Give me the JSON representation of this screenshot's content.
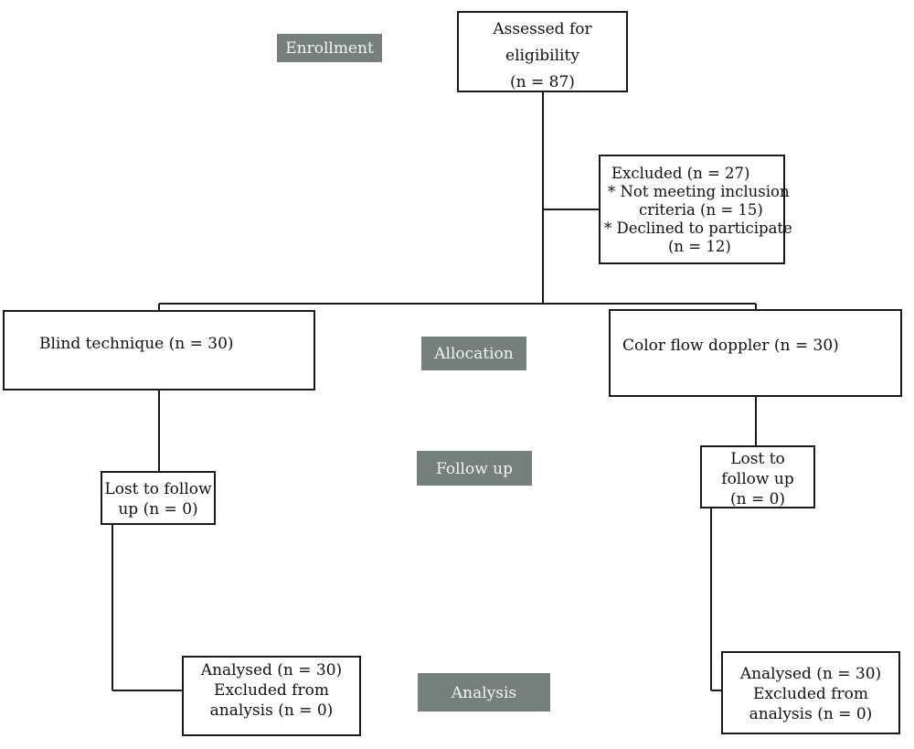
{
  "stages": {
    "enrollment": "Enrollment",
    "allocation": "Allocation",
    "follow_up": "Follow up",
    "analysis": "Analysis"
  },
  "assessed": {
    "line1": "Assessed for",
    "line2": "eligibility",
    "line3": "(n = 87)"
  },
  "excluded": {
    "line1": "Excluded (n = 27)",
    "line2": "* Not meeting inclusion",
    "line3": "criteria (n = 15)",
    "line4": "* Declined to participate",
    "line5": "(n = 12)"
  },
  "arm_blind": {
    "allocation": "Blind technique (n = 30)",
    "lost_line1": "Lost to follow",
    "lost_line2": "up (n = 0)",
    "analysed_line1": "Analysed (n = 30)",
    "analysed_line2": "Excluded from",
    "analysed_line3": "analysis (n = 0)"
  },
  "arm_doppler": {
    "allocation": "Color flow doppler (n = 30)",
    "lost_line1": "Lost to",
    "lost_line2": "follow up",
    "lost_line3": "(n = 0)",
    "analysed_line1": "Analysed (n = 30)",
    "analysed_line2": "Excluded from",
    "analysed_line3": "analysis (n = 0)"
  },
  "colors": {
    "stage_fill": "#757f7b",
    "stage_text": "#f3f4f3",
    "line": "#1a1a1a"
  }
}
